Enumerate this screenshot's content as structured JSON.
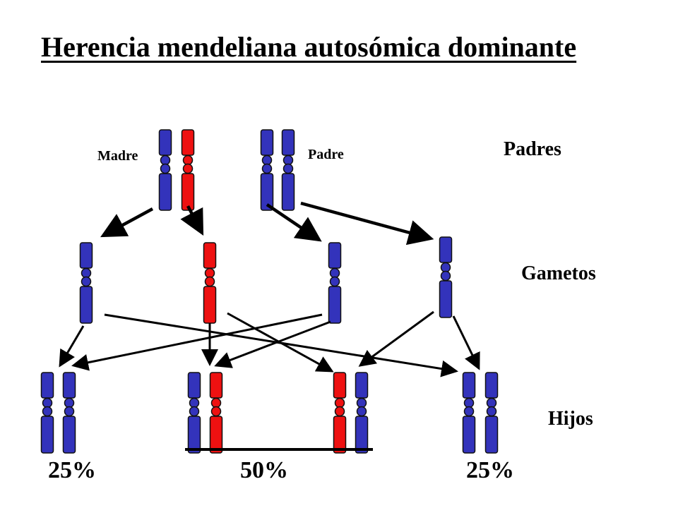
{
  "title": "Herencia mendeliana autosómica dominante",
  "labels": {
    "mother": "Madre",
    "father": "Padre",
    "parents": "Padres",
    "gametes": "Gametos",
    "offspring": "Hijos"
  },
  "percentages": {
    "left": "25%",
    "middle": "50%",
    "right": "25%"
  },
  "colors": {
    "normal_allele": "#3333bb",
    "dominant_allele": "#ee1111",
    "arrow": "#000000"
  }
}
